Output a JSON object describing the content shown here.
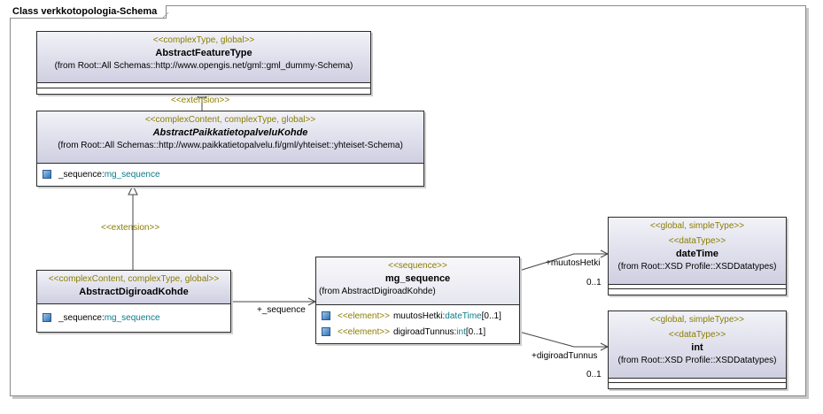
{
  "diagram": {
    "title": "Class verkkotopologia-Schema",
    "classes": {
      "abstract_feature_type": {
        "stereotype": "<<complexType, global>>",
        "name": "AbstractFeatureType",
        "from": "(from Root::All Schemas::http://www.opengis.net/gml::gml_dummy-Schema)"
      },
      "abstract_paikkatieto": {
        "stereotype": "<<complexContent, complexType, global>>",
        "name": "AbstractPaikkatietopalveluKohde",
        "from": "(from Root::All Schemas::http://www.paikkatietopalvelu.fi/gml/yhteiset::yhteiset-Schema)",
        "attributes": [
          {
            "name": "_sequence",
            "type": "mg_sequence"
          }
        ]
      },
      "abstract_digiroad": {
        "stereotype": "<<complexContent, complexType, global>>",
        "name": "AbstractDigiroadKohde",
        "attributes": [
          {
            "name": "_sequence",
            "type": "mg_sequence"
          }
        ]
      },
      "mg_sequence": {
        "stereotype": "<<sequence>>",
        "name": "mg_sequence",
        "from": "(from AbstractDigiroadKohde)",
        "attributes": [
          {
            "stereo": "<<element>>",
            "name": "muutosHetki",
            "type": "dateTime",
            "mult": "[0..1]"
          },
          {
            "stereo": "<<element>>",
            "name": "digiroadTunnus",
            "type": "int",
            "mult": "[0..1]"
          }
        ]
      },
      "datetime": {
        "stereotype": "<<global, simpleType>>",
        "stereotype2": "<<dataType>>",
        "name": "dateTime",
        "from": "(from Root::XSD Profile::XSDDatatypes)"
      },
      "int": {
        "stereotype": "<<global, simpleType>>",
        "stereotype2": "<<dataType>>",
        "name": "int",
        "from": "(from Root::XSD Profile::XSDDatatypes)"
      }
    },
    "relations": {
      "extension_1": "<<extension>>",
      "extension_2": "<<extension>>",
      "seq_role": "+_sequence",
      "muutos_role": "+muutosHetki",
      "muutos_mult": "0..1",
      "digiroad_role": "+digiroadTunnus",
      "digiroad_mult": "0..1"
    }
  }
}
